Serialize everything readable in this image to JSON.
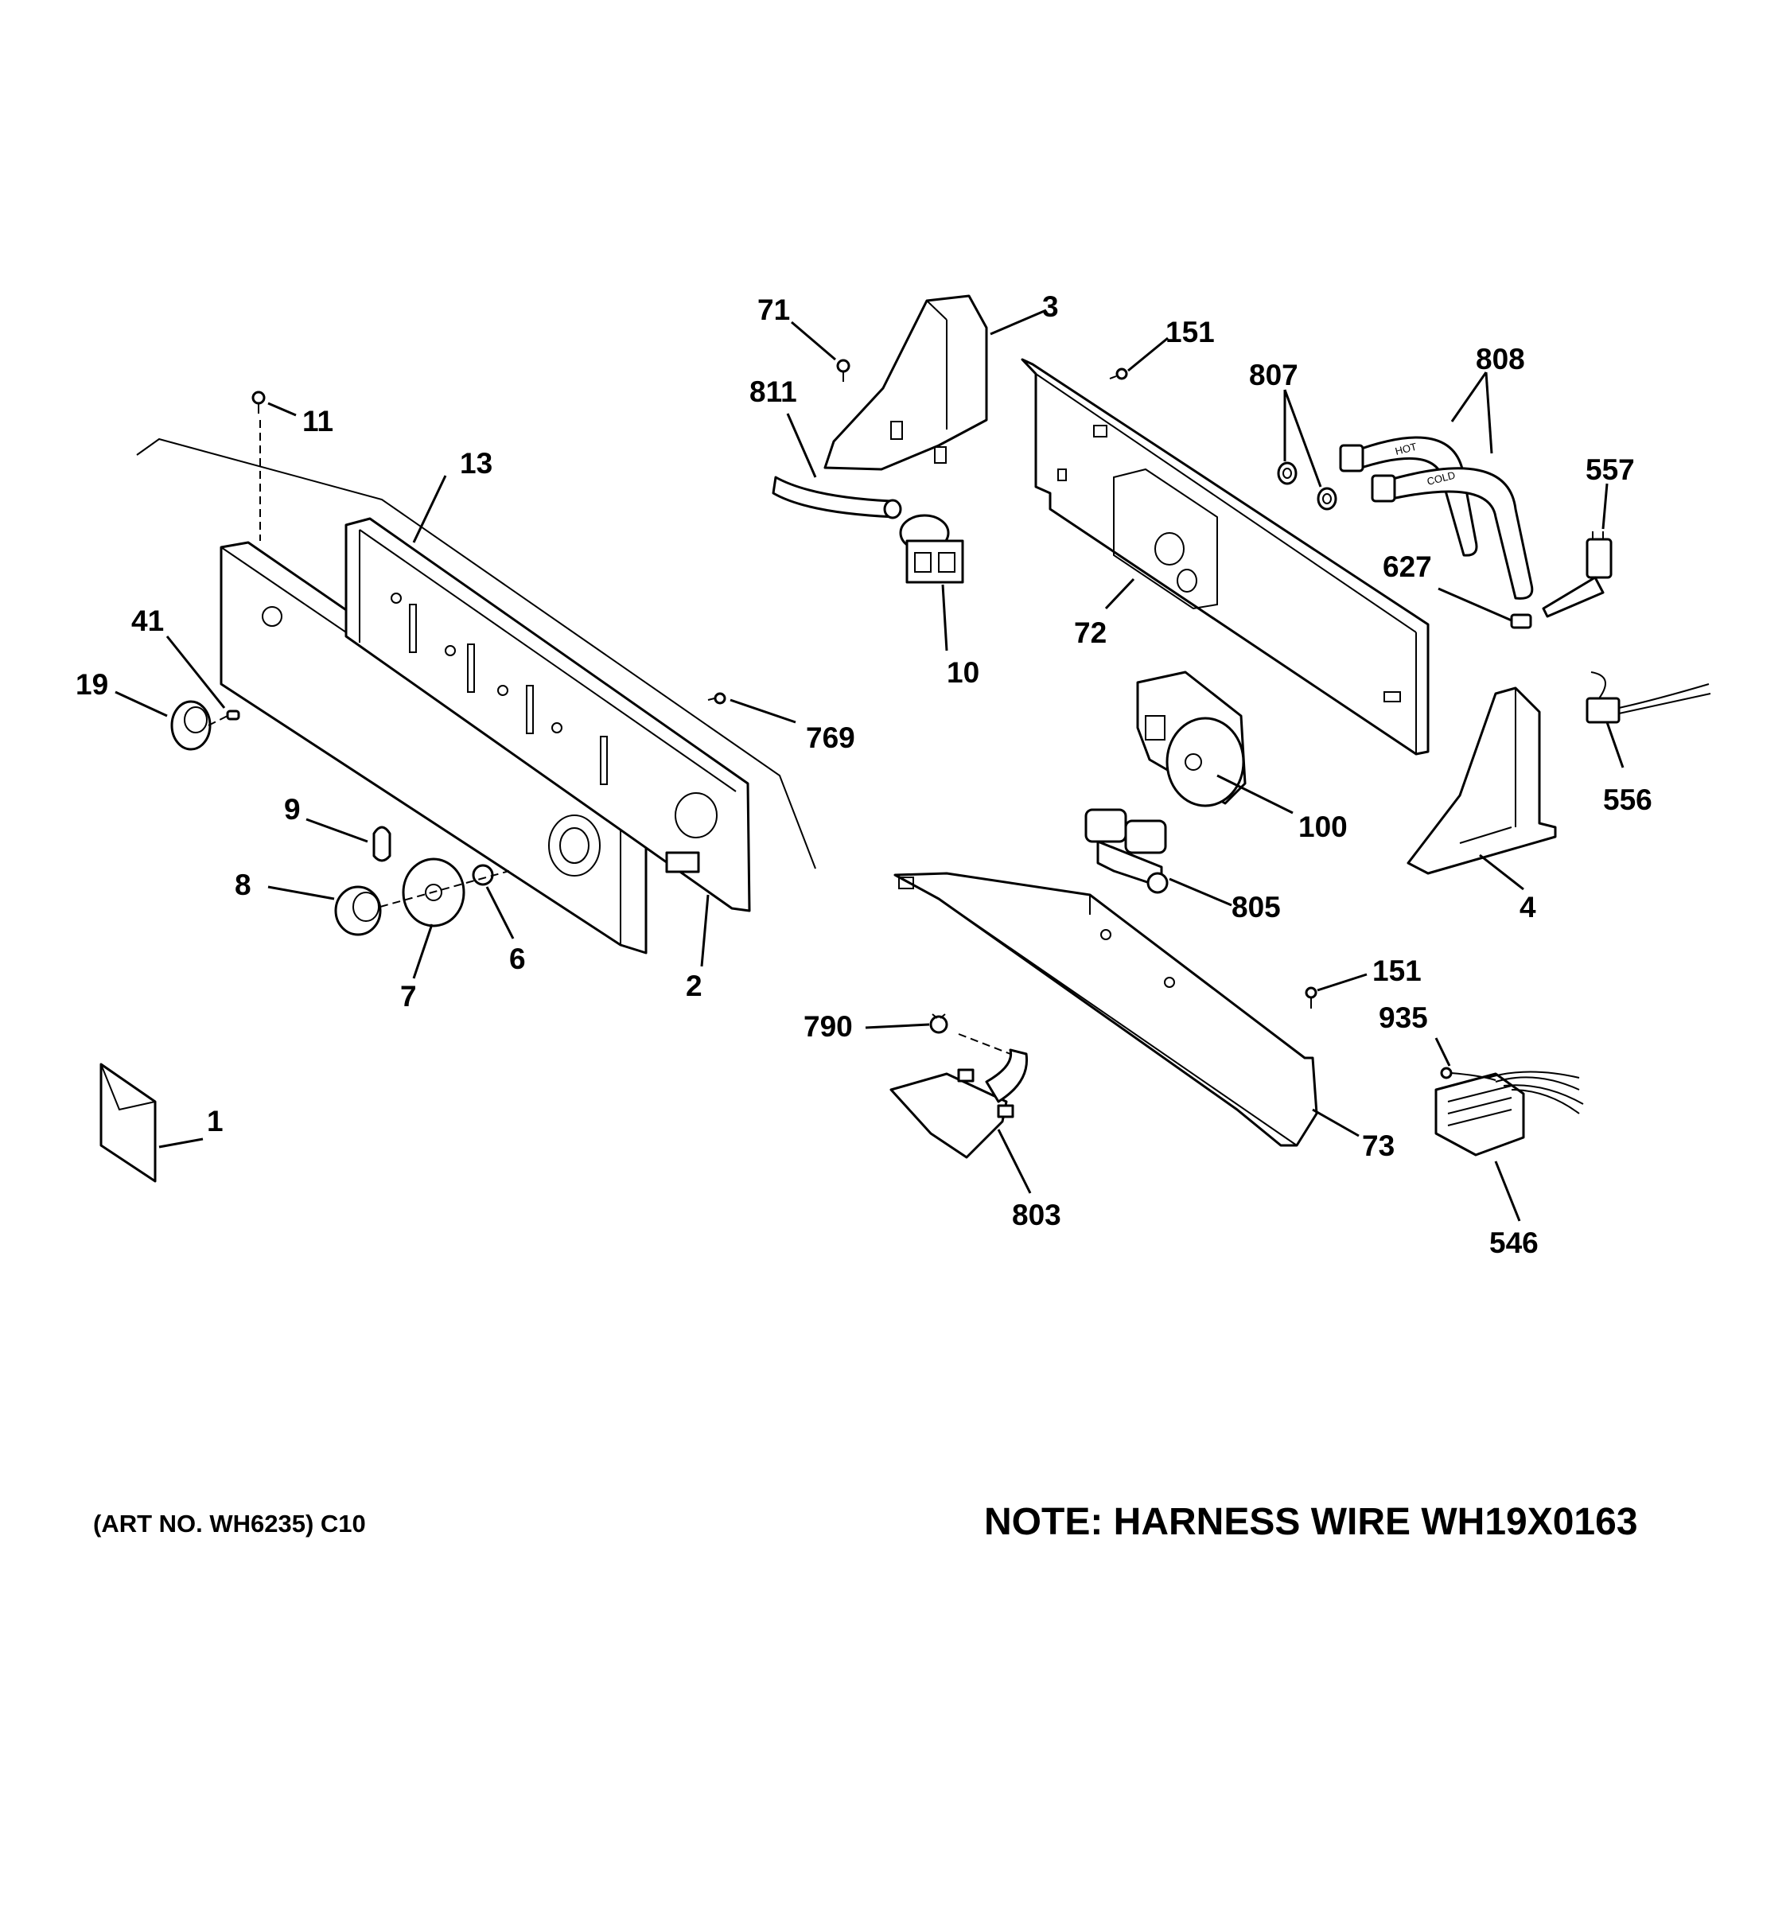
{
  "diagram": {
    "callouts": {
      "p1": "1",
      "p2": "2",
      "p3": "3",
      "p4": "4",
      "p6": "6",
      "p7": "7",
      "p8": "8",
      "p9": "9",
      "p10": "10",
      "p11": "11",
      "p13": "13",
      "p19": "19",
      "p41": "41",
      "p71": "71",
      "p72": "72",
      "p73": "73",
      "p100": "100",
      "p151a": "151",
      "p151b": "151",
      "p546": "546",
      "p556": "556",
      "p557": "557",
      "p627": "627",
      "p769": "769",
      "p790": "790",
      "p803": "803",
      "p805": "805",
      "p807": "807",
      "p808": "808",
      "p811": "811",
      "p935": "935"
    },
    "hose_labels": {
      "hot": "HOT",
      "cold": "COLD"
    }
  },
  "footer": {
    "art_no": "(ART NO. WH6235) C10",
    "note": "NOTE: HARNESS WIRE WH19X0163"
  }
}
